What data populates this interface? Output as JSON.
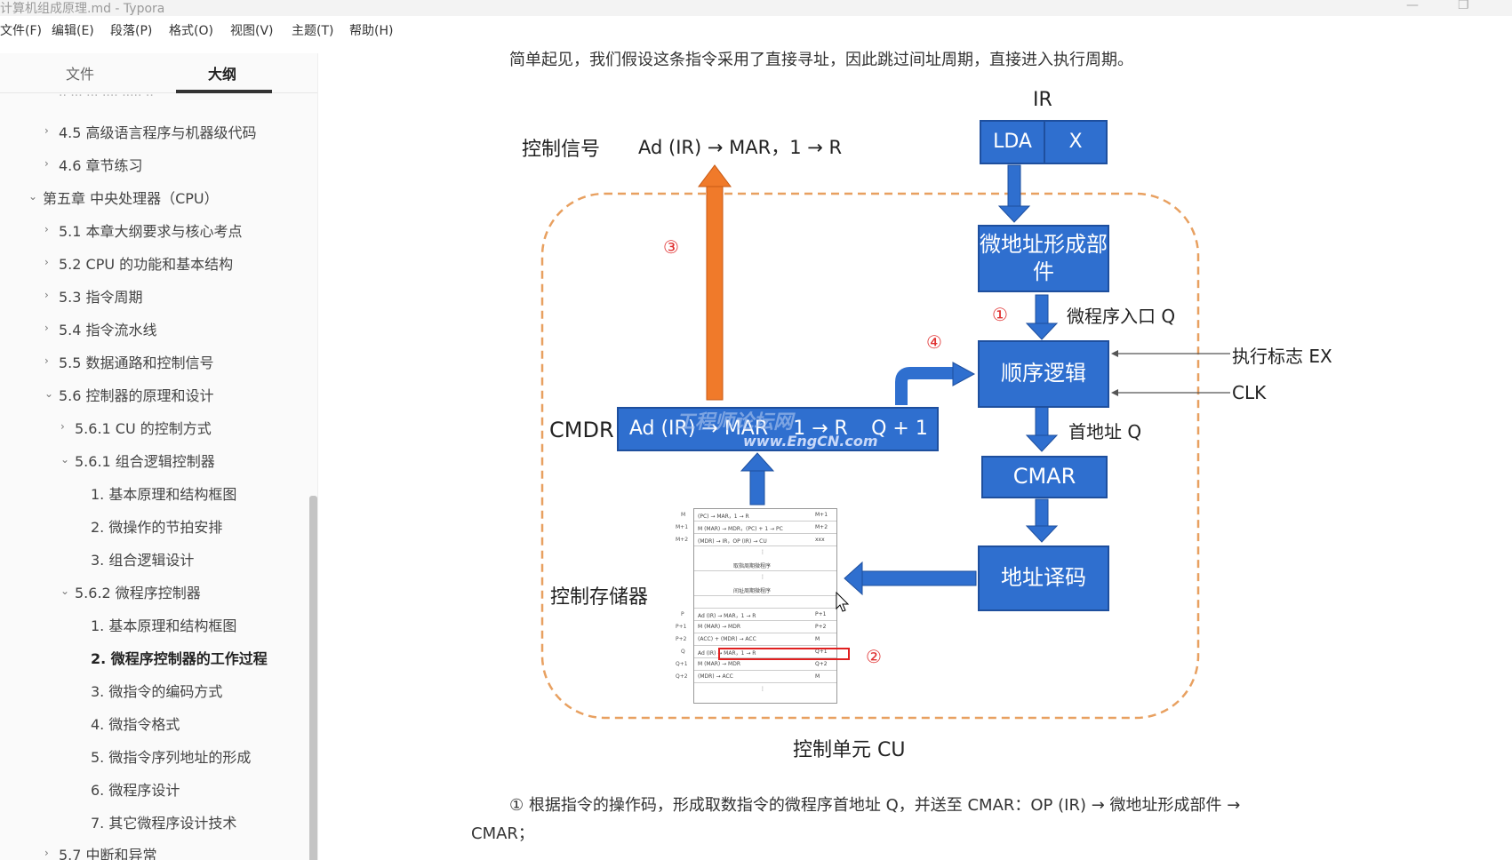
{
  "window": {
    "title": "计算机组成原理.md - Typora"
  },
  "menu": [
    "文件(F)",
    "编辑(E)",
    "段落(P)",
    "格式(O)",
    "视图(V)",
    "主题(T)",
    "帮助(H)"
  ],
  "sidebar": {
    "tabs": [
      "文件",
      "大纲"
    ],
    "items": [
      "4.5 高级语言程序与机器级代码",
      "4.6 章节练习",
      "第五章 中央处理器（CPU）",
      "5.1 本章大纲要求与核心考点",
      "5.2 CPU 的功能和基本结构",
      "5.3 指令周期",
      "5.4 指令流水线",
      "5.5 数据通路和控制信号",
      "5.6 控制器的原理和设计",
      "5.6.1 CU 的控制方式",
      "5.6.1 组合逻辑控制器",
      "1. 基本原理和结构框图",
      "2. 微操作的节拍安排",
      "3. 组合逻辑设计",
      "5.6.2 微程序控制器",
      "1. 基本原理和结构框图",
      "2. 微程序控制器的工作过程",
      "3. 微指令的编码方式",
      "4. 微指令格式",
      "5. 微指令序列地址的形成",
      "6. 微程序设计",
      "7. 其它微程序设计技术",
      "5.7 中断和异常"
    ]
  },
  "content": {
    "intro": "简单起见，我们假设这条指令采用了直接寻址，因此跳过间址周期，直接进入执行周期。",
    "note_line1": "① 根据指令的操作码，形成取数指令的微程序首地址 Q，并送至 CMAR：OP (IR) → 微地址形成部件 →",
    "note_line2": "CMAR；"
  },
  "diagram": {
    "ir_label": "IR",
    "ir_op": "LDA",
    "ir_addr": "X",
    "control_signal_label": "控制信号",
    "control_signal_value": "Ad (IR) → MAR，1 → R",
    "micro_addr_unit": "微地址形成部件",
    "micro_entry": "微程序入口 Q",
    "seq_logic": "顺序逻辑",
    "exec_flag": "执行标志 EX",
    "clk": "CLK",
    "first_addr": "首地址 Q",
    "cmar": "CMAR",
    "addr_decode": "地址译码",
    "cmdr_label": "CMDR",
    "cmdr_f1": "Ad (IR) → MAR",
    "cmdr_f2": "1 → R",
    "cmdr_f3": "Q + 1",
    "ctrl_memory": "控制存储器",
    "cu_label": "控制单元 CU",
    "n1": "①",
    "n2": "②",
    "n3": "③",
    "n4": "④",
    "watermark1": "工程师论坛网",
    "watermark2": "www.EngCN.com",
    "colors": {
      "box": "#2f6fcf",
      "arrow_up": "#f07a2a",
      "dashed": "#e8a060",
      "highlight": "#e02020"
    }
  },
  "control_memory": {
    "rows": [
      {
        "addr": "M",
        "op": "(PC) → MAR，1 → R",
        "next": "M+1"
      },
      {
        "addr": "M+1",
        "op": "M (MAR) → MDR，(PC) + 1 → PC",
        "next": "M+2"
      },
      {
        "addr": "M+2",
        "op": "(MDR) → IR，OP (IR) → CU",
        "next": "xxx"
      },
      {
        "addr": "",
        "op": "⋮",
        "next": ""
      },
      {
        "addr": "",
        "op": "取指周期微程序",
        "next": ""
      },
      {
        "addr": "",
        "op": "⋮",
        "next": ""
      },
      {
        "addr": "",
        "op": "间址周期微程序",
        "next": ""
      },
      {
        "addr": "",
        "op": "",
        "next": ""
      },
      {
        "addr": "P",
        "op": "Ad (IR) → MAR，1 → R",
        "next": "P+1"
      },
      {
        "addr": "P+1",
        "op": "M (MAR) → MDR",
        "next": "P+2"
      },
      {
        "addr": "P+2",
        "op": "(ACC) + (MDR) → ACC",
        "next": "M"
      },
      {
        "addr": "Q",
        "op": "Ad (IR) → MAR，1 → R",
        "next": "Q+1"
      },
      {
        "addr": "Q+1",
        "op": "M (MAR) → MDR",
        "next": "Q+2"
      },
      {
        "addr": "Q+2",
        "op": "(MDR) → ACC",
        "next": "M"
      },
      {
        "addr": "",
        "op": "⋮",
        "next": ""
      }
    ]
  }
}
